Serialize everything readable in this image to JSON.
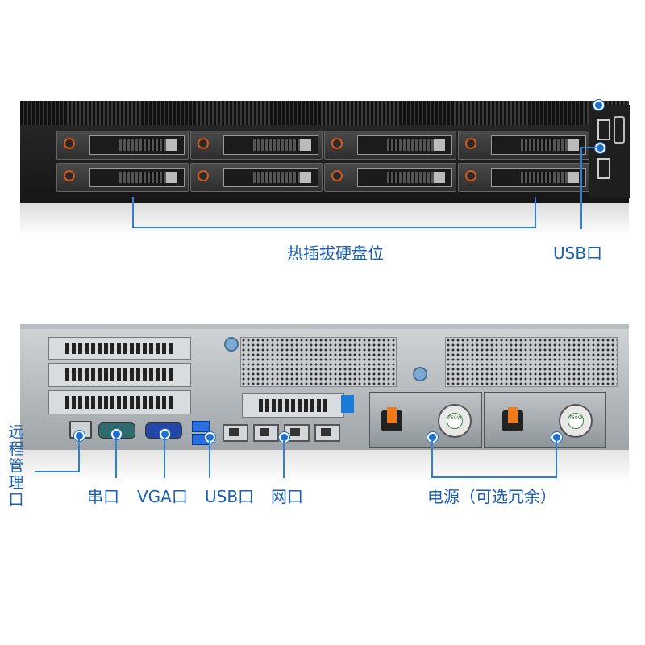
{
  "front_labels": {
    "hot_swap_bays": "热插拔硬盘位",
    "usb_port": "USB口"
  },
  "rear_labels": {
    "remote_mgmt": [
      "远",
      "程",
      "管",
      "理",
      "口"
    ],
    "serial_port": "串口",
    "vga_port": "VGA口",
    "usb_port": "USB口",
    "network_port": "网口",
    "power_supply": "电源（可选冗余）"
  },
  "psu_badges": {
    "left": "750W",
    "right": "750W"
  },
  "colors": {
    "label_blue": "#1a5fb4",
    "line_blue": "#2f7fd6",
    "drive_led_orange": "#d15a1c"
  }
}
